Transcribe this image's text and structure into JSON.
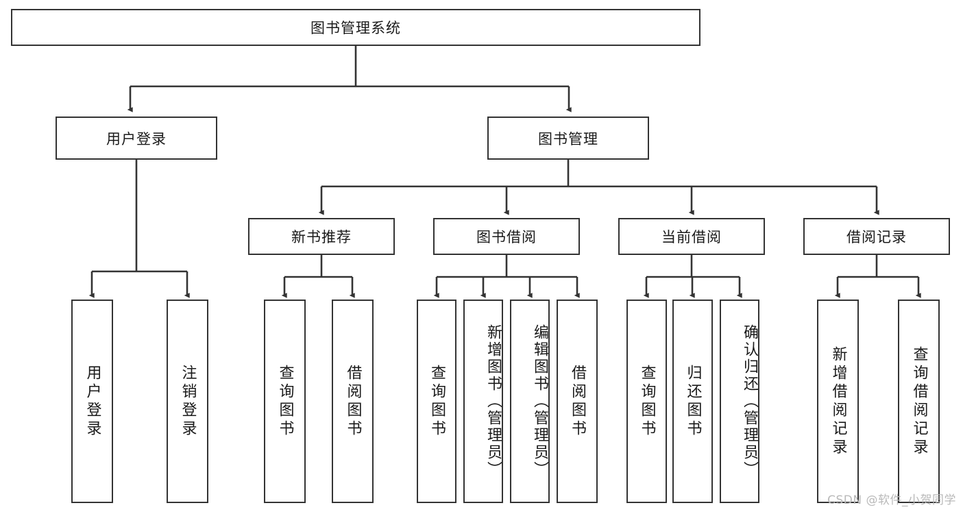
{
  "diagram": {
    "title": "图书管理系统",
    "type": "hierarchy-tree",
    "watermark": "CSDN @软件_小贺同学",
    "colors": {
      "stroke": "#333333",
      "fill": "#ffffff",
      "text": "#1a1a1a",
      "watermark": "#b9b9b9"
    },
    "root": {
      "label": "图书管理系统"
    },
    "level2": [
      {
        "label": "用户登录"
      },
      {
        "label": "图书管理"
      }
    ],
    "level3": [
      {
        "label": "新书推荐"
      },
      {
        "label": "图书借阅"
      },
      {
        "label": "当前借阅"
      },
      {
        "label": "借阅记录"
      }
    ],
    "leaves": {
      "user_login": [
        {
          "label": "用户登录"
        },
        {
          "label": "注销登录"
        }
      ],
      "new_book": [
        {
          "label": "查询图书"
        },
        {
          "label": "借阅图书"
        }
      ],
      "book_borrow": [
        {
          "label": "查询图书"
        },
        {
          "label": "新增图书（管理员）"
        },
        {
          "label": "编辑图书（管理员）"
        },
        {
          "label": "借阅图书"
        }
      ],
      "current_borrow": [
        {
          "label": "查询图书"
        },
        {
          "label": "归还图书"
        },
        {
          "label": "确认归还（管理员）"
        }
      ],
      "borrow_record": [
        {
          "label": "新增借阅记录"
        },
        {
          "label": "查询借阅记录"
        }
      ]
    }
  }
}
